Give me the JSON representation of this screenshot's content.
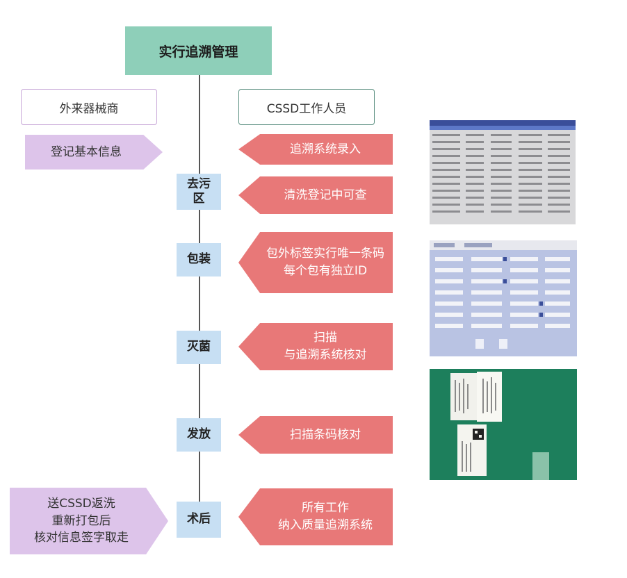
{
  "title": "实行追溯管理",
  "headers": {
    "supplier": "外来器械商",
    "cssd": "CSSD工作人员"
  },
  "steps": [
    {
      "label_lines": [
        "去污",
        "区"
      ]
    },
    {
      "label_lines": [
        "包装"
      ]
    },
    {
      "label_lines": [
        "灭菌"
      ]
    },
    {
      "label_lines": [
        "发放"
      ]
    },
    {
      "label_lines": [
        "术后"
      ]
    }
  ],
  "cssd_actions": [
    {
      "lines": [
        "追溯系统录入"
      ]
    },
    {
      "lines": [
        "清洗登记中可查"
      ]
    },
    {
      "lines": [
        "包外标签实行唯一条码",
        "每个包有独立ID"
      ]
    },
    {
      "lines": [
        "扫描",
        "与追溯系统核对"
      ]
    },
    {
      "lines": [
        "扫描条码核对"
      ]
    },
    {
      "lines": [
        "所有工作",
        "纳入质量追溯系统"
      ]
    }
  ],
  "supplier_actions": [
    {
      "lines": [
        "登记基本信息"
      ]
    },
    {
      "lines": [
        "送CSSD返洗",
        "重新打包后",
        "核对信息签字取走"
      ]
    }
  ],
  "colors": {
    "title_bg": "#8ecfb9",
    "step_bg": "#c7dff3",
    "cssd_action_bg": "#e87878",
    "supplier_action_bg": "#ddc4ea",
    "supplier_border": "#c8a8d8",
    "cssd_border": "#5a8f80"
  }
}
